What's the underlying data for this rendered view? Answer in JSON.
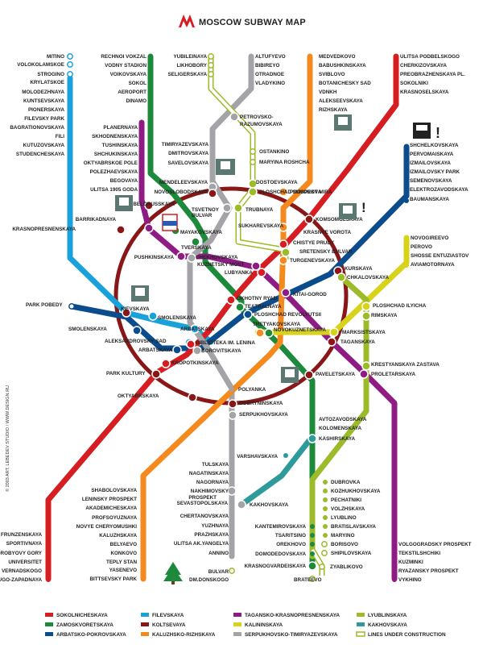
{
  "title": "MOSCOW SUBWAY MAP",
  "credit": "© 2003 ART. LEBEDEV STUDIO / WWW.DESIGN.RU",
  "legend": [
    {
      "name": "SOKOLNICHESKAYA",
      "color": "#d51d22"
    },
    {
      "name": "ZAMOSKVORETSKAYA",
      "color": "#1c8a3a"
    },
    {
      "name": "ARBATSKO-POKROVSKAYA",
      "color": "#0b4c8c"
    },
    {
      "name": "FILEVSKAYA",
      "color": "#19a2da"
    },
    {
      "name": "KOLTSEVAYA",
      "color": "#8a1717"
    },
    {
      "name": "KALUZHSKO-RIZHSKAYA",
      "color": "#f48a1e"
    },
    {
      "name": "TAGANSKO-KRASNOPRESNENSKAYA",
      "color": "#8e1c84"
    },
    {
      "name": "KALININSKAYA",
      "color": "#d7d21a"
    },
    {
      "name": "SERPUKHOVSKO-TIMIRYAZEVSKAYA",
      "color": "#a3a3a8"
    },
    {
      "name": "LYUBLINSKAYA",
      "color": "#9bbb2a"
    },
    {
      "name": "KAKHOVSKAYA",
      "color": "#2f9a9a"
    },
    {
      "name": "LINES UNDER CONSTRUCTION",
      "color": "#9bbb2a"
    }
  ],
  "stations": [
    {
      "name": "MITINO",
      "line": "fil"
    },
    {
      "name": "VOLOKOLAMSKOE",
      "line": "fil"
    },
    {
      "name": "STROGINO",
      "line": "fil"
    },
    {
      "name": "KRYLATSKOE",
      "line": "fil"
    },
    {
      "name": "MOLODEZHNAYA",
      "line": "fil"
    },
    {
      "name": "KUNTSEVSKAYA",
      "line": "fil"
    },
    {
      "name": "PIONERSKAYA",
      "line": "fil"
    },
    {
      "name": "FILEVSKY PARK",
      "line": "fil"
    },
    {
      "name": "BAGRATIONOVSKAYA",
      "line": "fil"
    },
    {
      "name": "FILI",
      "line": "fil"
    },
    {
      "name": "KUTUZOVSKAYA",
      "line": "fil"
    },
    {
      "name": "STUDENCHESKAYA",
      "line": "fil"
    },
    {
      "name": "RECHNOI VOKZAL",
      "line": "zam"
    },
    {
      "name": "VODNY STADION",
      "line": "zam"
    },
    {
      "name": "VOIKOVSKAYA",
      "line": "zam"
    },
    {
      "name": "SOKOL",
      "line": "zam"
    },
    {
      "name": "AEROPORT",
      "line": "zam"
    },
    {
      "name": "DINAMO",
      "line": "zam"
    },
    {
      "name": "YUBILEINAYA",
      "line": "con"
    },
    {
      "name": "LIKHOBORY",
      "line": "con"
    },
    {
      "name": "SELIGERSKAYA",
      "line": "con"
    },
    {
      "name": "ALTUFYEVO",
      "line": "ser"
    },
    {
      "name": "BIBIREYO",
      "line": "ser"
    },
    {
      "name": "OTRADNOE",
      "line": "ser"
    },
    {
      "name": "VLADYKINO",
      "line": "ser"
    },
    {
      "name": "PETROVSKO-",
      "line": "ser"
    },
    {
      "name": "RAZUMOVSKAYA",
      "line": "ser"
    },
    {
      "name": "MEDVEDKOVO",
      "line": "kal"
    },
    {
      "name": "BABUSHKINSKAYA",
      "line": "kal"
    },
    {
      "name": "SVIBLOVO",
      "line": "kal"
    },
    {
      "name": "BOTANICHESKY SAD",
      "line": "kal"
    },
    {
      "name": "VDNKH",
      "line": "kal"
    },
    {
      "name": "ALEKSEEVSKAYA",
      "line": "kal"
    },
    {
      "name": "RIZHSKAYA",
      "line": "kal"
    },
    {
      "name": "ULITSA PODBELSKOGO",
      "line": "sok"
    },
    {
      "name": "CHERKIZOVSKAYA",
      "line": "sok"
    },
    {
      "name": "PREOBRAZHENSKAYA PL.",
      "line": "sok"
    },
    {
      "name": "SOKOLNIKI",
      "line": "sok"
    },
    {
      "name": "KRASNOSELSKAYA",
      "line": "sok"
    },
    {
      "name": "PLANERNAYA",
      "line": "tag"
    },
    {
      "name": "SKHODNENSKAYA",
      "line": "tag"
    },
    {
      "name": "TUSHINSKAYA",
      "line": "tag"
    },
    {
      "name": "SHCHUKINSKAYA",
      "line": "tag"
    },
    {
      "name": "OKTYABRSKOE POLE",
      "line": "tag"
    },
    {
      "name": "POLEZHAEVSKAYA",
      "line": "tag"
    },
    {
      "name": "BEGOVAYA",
      "line": "tag"
    },
    {
      "name": "ULITSA 1905 GODA",
      "line": "tag"
    },
    {
      "name": "TIMIRYAZEVSKAYA",
      "line": "ser"
    },
    {
      "name": "DMITROVSKAYA",
      "line": "ser"
    },
    {
      "name": "SAVELOVSKAYA",
      "line": "ser"
    },
    {
      "name": "OSTANKINO",
      "line": "con"
    },
    {
      "name": "MARYINA ROSHCHA",
      "line": "con"
    },
    {
      "name": "SHCHELKOVSKAYA",
      "line": "arb"
    },
    {
      "name": "PERVOMAISKAYA",
      "line": "arb"
    },
    {
      "name": "IZMAILOVSKAYA",
      "line": "arb"
    },
    {
      "name": "IZMAILOVSKY PARK",
      "line": "arb"
    },
    {
      "name": "SEMENOVSKAYA",
      "line": "arb"
    },
    {
      "name": "ELEKTROZAVODSKAYA",
      "line": "arb"
    },
    {
      "name": "BAUMANSKAYA",
      "line": "arb"
    },
    {
      "name": "MENDELEEVSKAYA",
      "line": "ser"
    },
    {
      "name": "NOVOSLOBODSKAYA",
      "line": "kol"
    },
    {
      "name": "DOSTOEVSKAYA",
      "line": "con"
    },
    {
      "name": "PLOSHCHAD SUVOROVA",
      "line": "con"
    },
    {
      "name": "BELORUSSKAYA",
      "line": "kol"
    },
    {
      "name": "TSVETNOY",
      "line": "ser"
    },
    {
      "name": "BULVAR",
      "line": "ser"
    },
    {
      "name": "TRUBNAYA",
      "line": "con"
    },
    {
      "name": "PROSPEKT MIRA",
      "line": "kal"
    },
    {
      "name": "KOMSOMOLSKAYA",
      "line": "kol"
    },
    {
      "name": "KRASNYE VOROTA",
      "line": "sok"
    },
    {
      "name": "SUKHAREVSKAYA",
      "line": "kal"
    },
    {
      "name": "BARRIKADNAYA",
      "line": "tag"
    },
    {
      "name": "KRASNOPRESNENSKAYA",
      "line": "kol"
    },
    {
      "name": "MAYAKOVSKAYA",
      "line": "zam"
    },
    {
      "name": "TVERSKAYA",
      "line": "zam"
    },
    {
      "name": "CHISTYE PRUDY",
      "line": "sok"
    },
    {
      "name": "SRETENSKY BULVAR",
      "line": "con"
    },
    {
      "name": "TURGENEVSKAYA",
      "line": "kal"
    },
    {
      "name": "PUSHKINSKAYA",
      "line": "tag"
    },
    {
      "name": "CHEKHOVSKAYA",
      "line": "ser"
    },
    {
      "name": "KUZNETSKY MOST",
      "line": "tag"
    },
    {
      "name": "LUBYANKA",
      "line": "sok"
    },
    {
      "name": "KURSKAYA",
      "line": "kol"
    },
    {
      "name": "CHKALOVSKAYA",
      "line": "lyu"
    },
    {
      "name": "NOVOGIREEVO",
      "line": "kali"
    },
    {
      "name": "PEROVO",
      "line": "kali"
    },
    {
      "name": "SHOSSE ENTUZIASTOV",
      "line": "kali"
    },
    {
      "name": "AVIAMOTORNAYA",
      "line": "kali"
    },
    {
      "name": "KITAI-GOROD",
      "line": "tag"
    },
    {
      "name": "OKHOTNY RYAD",
      "line": "sok"
    },
    {
      "name": "TEATRALNAYA",
      "line": "zam"
    },
    {
      "name": "PLOSHCHAD REVOLYUTSII",
      "line": "arb"
    },
    {
      "name": "PARK POBEDY",
      "line": "arb"
    },
    {
      "name": "KIEVSKAYA",
      "line": "kol"
    },
    {
      "name": "SMOLENSKAYA",
      "line": "fil"
    },
    {
      "name": "SMOLENSKAYA",
      "line": "arb"
    },
    {
      "name": "ARBATSKAYA",
      "line": "fil"
    },
    {
      "name": "ALEKSANDROVSKY SAD",
      "line": "fil"
    },
    {
      "name": "ARBATSKAYA",
      "line": "arb"
    },
    {
      "name": "BIBLIOTEKA IM. LENINA",
      "line": "sok"
    },
    {
      "name": "BOROVITSKAYA",
      "line": "ser"
    },
    {
      "name": "TRETYAKOVSKAYA",
      "line": "kal"
    },
    {
      "name": "NOVOKUZNETSKAYA",
      "line": "zam"
    },
    {
      "name": "PLOSHCHAD ILYICHA",
      "line": "kali"
    },
    {
      "name": "RIMSKAYA",
      "line": "lyu"
    },
    {
      "name": "MARKSISTSKAYA",
      "line": "kali"
    },
    {
      "name": "TAGANSKAYA",
      "line": "kol"
    },
    {
      "name": "KROPOTKINSKAYA",
      "line": "sok"
    },
    {
      "name": "PARK KULTURY",
      "line": "kol"
    },
    {
      "name": "KRESTYANSKAYA ZASTAVA",
      "line": "lyu"
    },
    {
      "name": "PROLETARSKAYA",
      "line": "tag"
    },
    {
      "name": "PAVELETSKAYA",
      "line": "kol"
    },
    {
      "name": "POLYANKA",
      "line": "ser"
    },
    {
      "name": "OKTYABRSKAYA",
      "line": "kol"
    },
    {
      "name": "DOBRYNINSKAYA",
      "line": "kol"
    },
    {
      "name": "SERPUKHOVSKAYA",
      "line": "ser"
    },
    {
      "name": "AVTOZAVODSKAYA",
      "line": "zam"
    },
    {
      "name": "KOLOMENSKAYA",
      "line": "zam"
    },
    {
      "name": "KASHIRSKAYA",
      "line": "kak"
    },
    {
      "name": "TULSKAYA",
      "line": "ser"
    },
    {
      "name": "NAGATINSKAYA",
      "line": "ser"
    },
    {
      "name": "NAGORNAYA",
      "line": "ser"
    },
    {
      "name": "NAKHIMOVSKY",
      "line": "ser"
    },
    {
      "name": "PROSPEKT",
      "line": "ser"
    },
    {
      "name": "VARSHAVSKAYA",
      "line": "kak"
    },
    {
      "name": "SEVASTOPOLSKAYA",
      "line": "ser"
    },
    {
      "name": "KAKHOVSKAYA",
      "line": "kak"
    },
    {
      "name": "SHABOLOVSKAYA",
      "line": "kal"
    },
    {
      "name": "LENINSKY PROSPEKT",
      "line": "kal"
    },
    {
      "name": "AKADEMICHESKAYA",
      "line": "kal"
    },
    {
      "name": "PROFSOYUZNAYA",
      "line": "kal"
    },
    {
      "name": "NOVYE CHERYOMUSHKI",
      "line": "kal"
    },
    {
      "name": "KALUZHSKAYA",
      "line": "kal"
    },
    {
      "name": "BELYAEVO",
      "line": "kal"
    },
    {
      "name": "KONKOVO",
      "line": "kal"
    },
    {
      "name": "TEPLY STAN",
      "line": "kal"
    },
    {
      "name": "YASENEVO",
      "line": "kal"
    },
    {
      "name": "BITTSEVSKY PARK",
      "line": "kal"
    },
    {
      "name": "CHERTANOVSKAYA",
      "line": "ser"
    },
    {
      "name": "YUZHNAYA",
      "line": "ser"
    },
    {
      "name": "PRAZHSKAYA",
      "line": "ser"
    },
    {
      "name": "ULITSA AK.YANGELYA",
      "line": "ser"
    },
    {
      "name": "ANNINO",
      "line": "ser"
    },
    {
      "name": "BULVAR",
      "line": "con"
    },
    {
      "name": "DM.DONSKOGO",
      "line": "con"
    },
    {
      "name": "FRUNZENSKAYA",
      "line": "sok"
    },
    {
      "name": "SPORTIVNAYA",
      "line": "sok"
    },
    {
      "name": "VOROBYOVY GORY",
      "line": "sok"
    },
    {
      "name": "UNIVERSITET",
      "line": "sok"
    },
    {
      "name": "PR. VERNADSKOGO",
      "line": "sok"
    },
    {
      "name": "YUGO-ZAPADNAYA",
      "line": "sok"
    },
    {
      "name": "KANTEMIROVSKAYA",
      "line": "zam"
    },
    {
      "name": "TSARITSINO",
      "line": "zam"
    },
    {
      "name": "OREKHOVO",
      "line": "zam"
    },
    {
      "name": "DOMODEDOVSKAYA",
      "line": "zam"
    },
    {
      "name": "KRASNOGVARDEISKAYA",
      "line": "zam"
    },
    {
      "name": "BRATEEVO",
      "line": "con"
    },
    {
      "name": "DUBROVKA",
      "line": "lyu"
    },
    {
      "name": "KOZHUKHOVSKAYA",
      "line": "lyu"
    },
    {
      "name": "PECHATNIKI",
      "line": "lyu"
    },
    {
      "name": "VOLZHSKAYA",
      "line": "lyu"
    },
    {
      "name": "LYUBLINO",
      "line": "lyu"
    },
    {
      "name": "BRATISLAVSKAYA",
      "line": "lyu"
    },
    {
      "name": "MARYINO",
      "line": "lyu"
    },
    {
      "name": "BORISOVO",
      "line": "con"
    },
    {
      "name": "SHIPILOVSKAYA",
      "line": "con"
    },
    {
      "name": "ZYABLIKOVO",
      "line": "con"
    },
    {
      "name": "VOLGOGRADSKY PROSPEKT",
      "line": "tag"
    },
    {
      "name": "TEKSTILSHCHIKI",
      "line": "tag"
    },
    {
      "name": "KUZMINKI",
      "line": "tag"
    },
    {
      "name": "RYAZANSKY PROSPEKT",
      "line": "tag"
    },
    {
      "name": "VYKHINO",
      "line": "tag"
    }
  ]
}
